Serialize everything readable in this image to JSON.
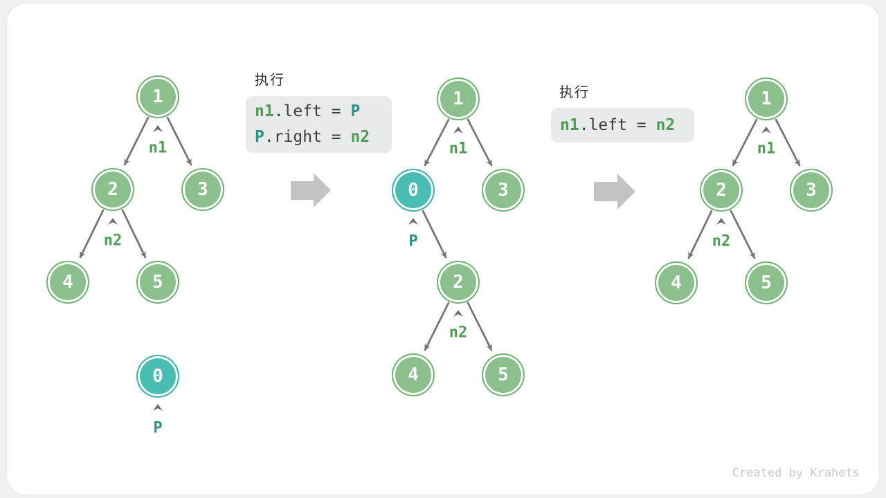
{
  "watermark": "Created by Krahets",
  "colors": {
    "node_green_fill": "#8bc08d",
    "node_green_border": "#72b377",
    "node_teal_fill": "#4abdb2",
    "node_teal_border": "#3cb4a9",
    "label_green": "#4d9e53",
    "label_teal": "#2e9089",
    "edge_gray": "#757575",
    "code_bg": "#e9eaea",
    "code_text": "#3b3b3b",
    "big_arrow_gray": "#c3c3c3"
  },
  "code_blocks": [
    {
      "title": "执行",
      "lines": [
        {
          "tokens": [
            {
              "text": "n1",
              "style": "green"
            },
            {
              "text": ".left = ",
              "style": "plain"
            },
            {
              "text": "P",
              "style": "teal"
            }
          ]
        },
        {
          "tokens": [
            {
              "text": "P",
              "style": "teal"
            },
            {
              "text": ".right = ",
              "style": "plain"
            },
            {
              "text": "n2",
              "style": "green"
            }
          ]
        }
      ]
    },
    {
      "title": "执行",
      "lines": [
        {
          "tokens": [
            {
              "text": "n1",
              "style": "green"
            },
            {
              "text": ".left = ",
              "style": "plain"
            },
            {
              "text": "n2",
              "style": "green"
            }
          ]
        }
      ]
    }
  ],
  "tree_initial": {
    "nodes": [
      {
        "value": "1"
      },
      {
        "value": "2"
      },
      {
        "value": "3"
      },
      {
        "value": "4"
      },
      {
        "value": "5"
      }
    ],
    "pointers": [
      {
        "label": "n1"
      },
      {
        "label": "n2"
      }
    ]
  },
  "floating_node": {
    "value": "0",
    "pointer_label": "P"
  },
  "tree_middle": {
    "nodes": [
      {
        "value": "1"
      },
      {
        "value": "0"
      },
      {
        "value": "3"
      },
      {
        "value": "2"
      },
      {
        "value": "4"
      },
      {
        "value": "5"
      }
    ],
    "pointers": [
      {
        "label": "n1"
      },
      {
        "label": "P"
      },
      {
        "label": "n2"
      }
    ]
  },
  "tree_final": {
    "nodes": [
      {
        "value": "1"
      },
      {
        "value": "2"
      },
      {
        "value": "3"
      },
      {
        "value": "4"
      },
      {
        "value": "5"
      }
    ],
    "pointers": [
      {
        "label": "n1"
      },
      {
        "label": "n2"
      }
    ]
  }
}
